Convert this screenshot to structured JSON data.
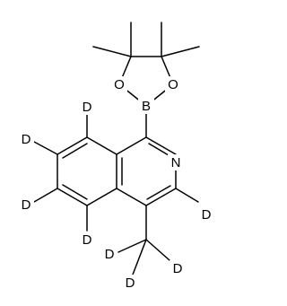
{
  "structure": {
    "atoms": {
      "B": "B",
      "O_left": "O",
      "O_right": "O",
      "N": "N",
      "D_h8": "D",
      "D_h7": "D",
      "D_h6": "D",
      "D_h5": "D",
      "D_h3": "D",
      "D_me1": "D",
      "D_me2": "D",
      "D_me3": "D"
    }
  }
}
